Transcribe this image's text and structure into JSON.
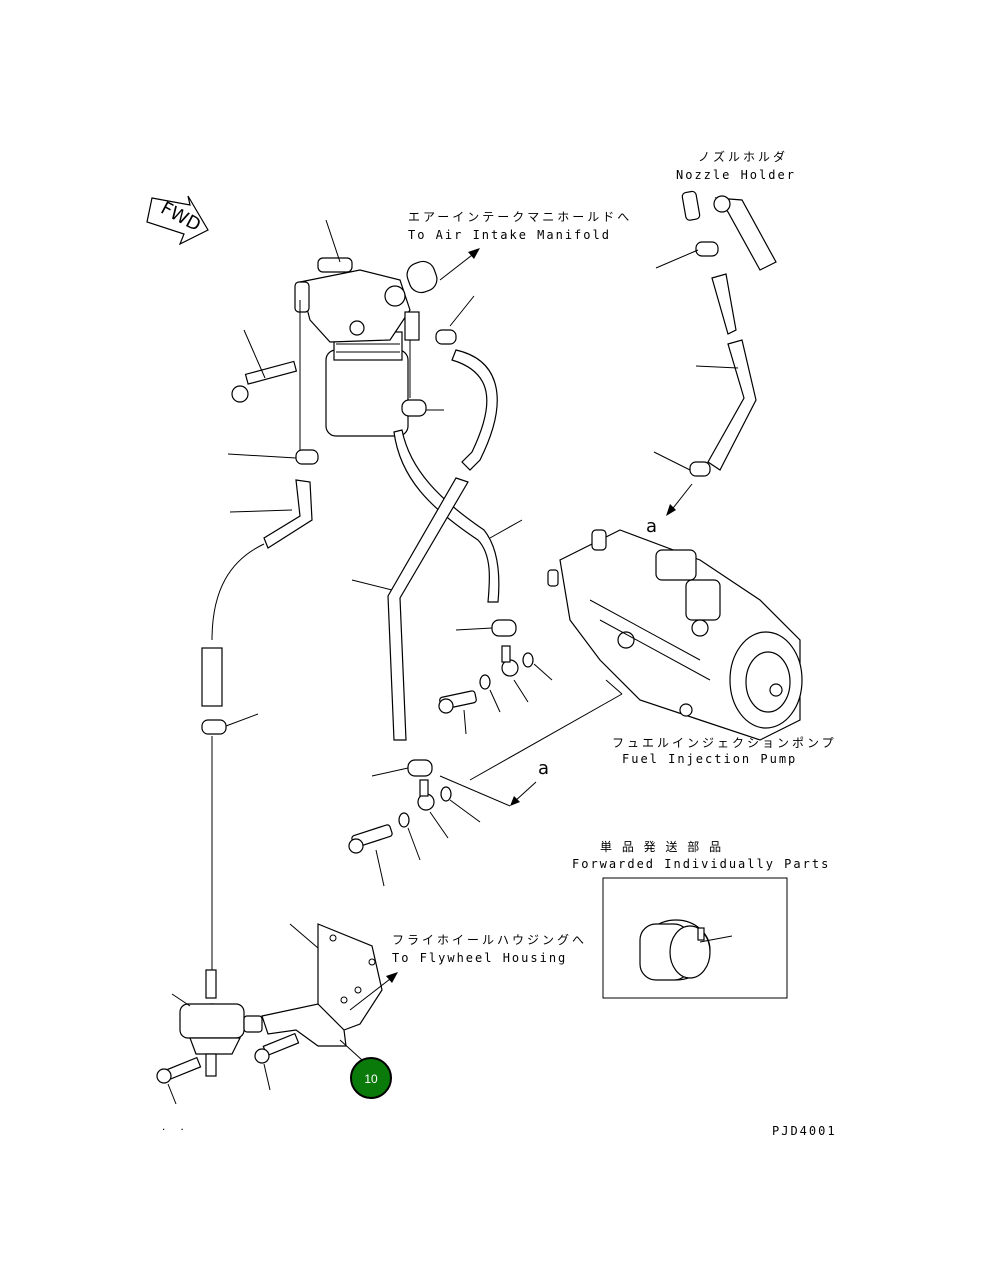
{
  "labels": {
    "nozzle_holder_jp": "ノズルホルダ",
    "nozzle_holder_en": "Nozzle Holder",
    "air_intake_jp": "エアーインテークマニホールドへ",
    "air_intake_en": "To Air Intake Manifold",
    "fuel_pump_jp": "フュエルインジェクションポンプ",
    "fuel_pump_en": "Fuel Injection Pump",
    "forwarded_jp": "単 品 発 送 部 品",
    "forwarded_en": "Forwarded Individually Parts",
    "flywheel_jp": "フライホイールハウジングへ",
    "flywheel_en": "To Flywheel Housing",
    "fwd": "FWD",
    "ref_a_top": "a",
    "ref_a_mid": "a",
    "drawing_no": "PJD4001"
  },
  "callout": {
    "number": "10",
    "fill": "#0a7a0a",
    "stroke": "#000000",
    "text_color": "#ffffff"
  }
}
